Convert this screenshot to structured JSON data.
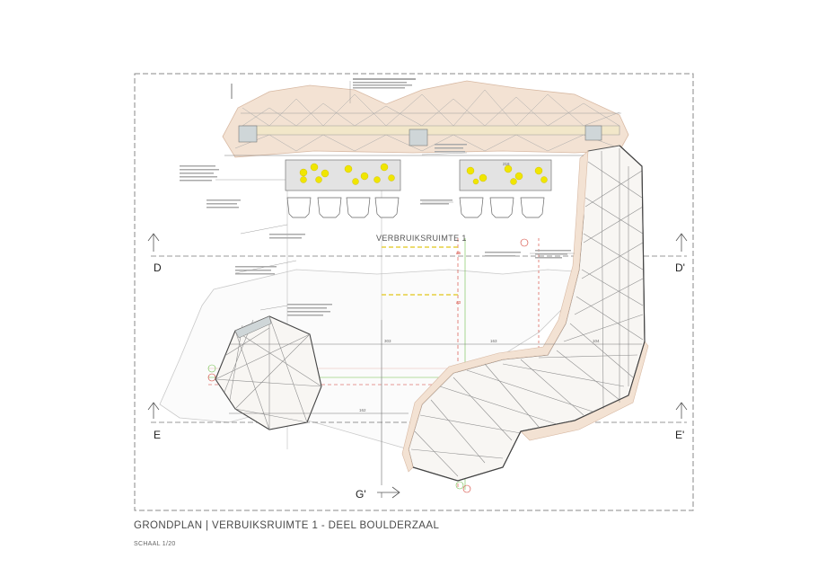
{
  "drawing": {
    "title": "GRONDPLAN | VERBUIKSRUIMTE 1 - DEEL BOULDERZAAL",
    "scale": "SCHAAL 1/20",
    "room_label": "VERBRUIKSRUIMTE 1",
    "section_markers": {
      "d_left": "D",
      "d_right": "D'",
      "e_left": "E",
      "e_right": "E'",
      "g_prime": "G'"
    },
    "dimensions": {
      "d1": "303",
      "d2": "163",
      "d3": "104",
      "d4": "162",
      "d5": "216",
      "d6": "a5",
      "d7": "a3"
    },
    "colors": {
      "frame": "#8a8a8a",
      "shell_fill": "#f3e2d3",
      "shell_edge": "#d8b9a3",
      "wood": "#f2e7c9",
      "light_yellow": "#f0e600",
      "grid_line": "#bdbdbd",
      "red_note": "#d23a2e",
      "green_note": "#6fbf4a"
    }
  }
}
